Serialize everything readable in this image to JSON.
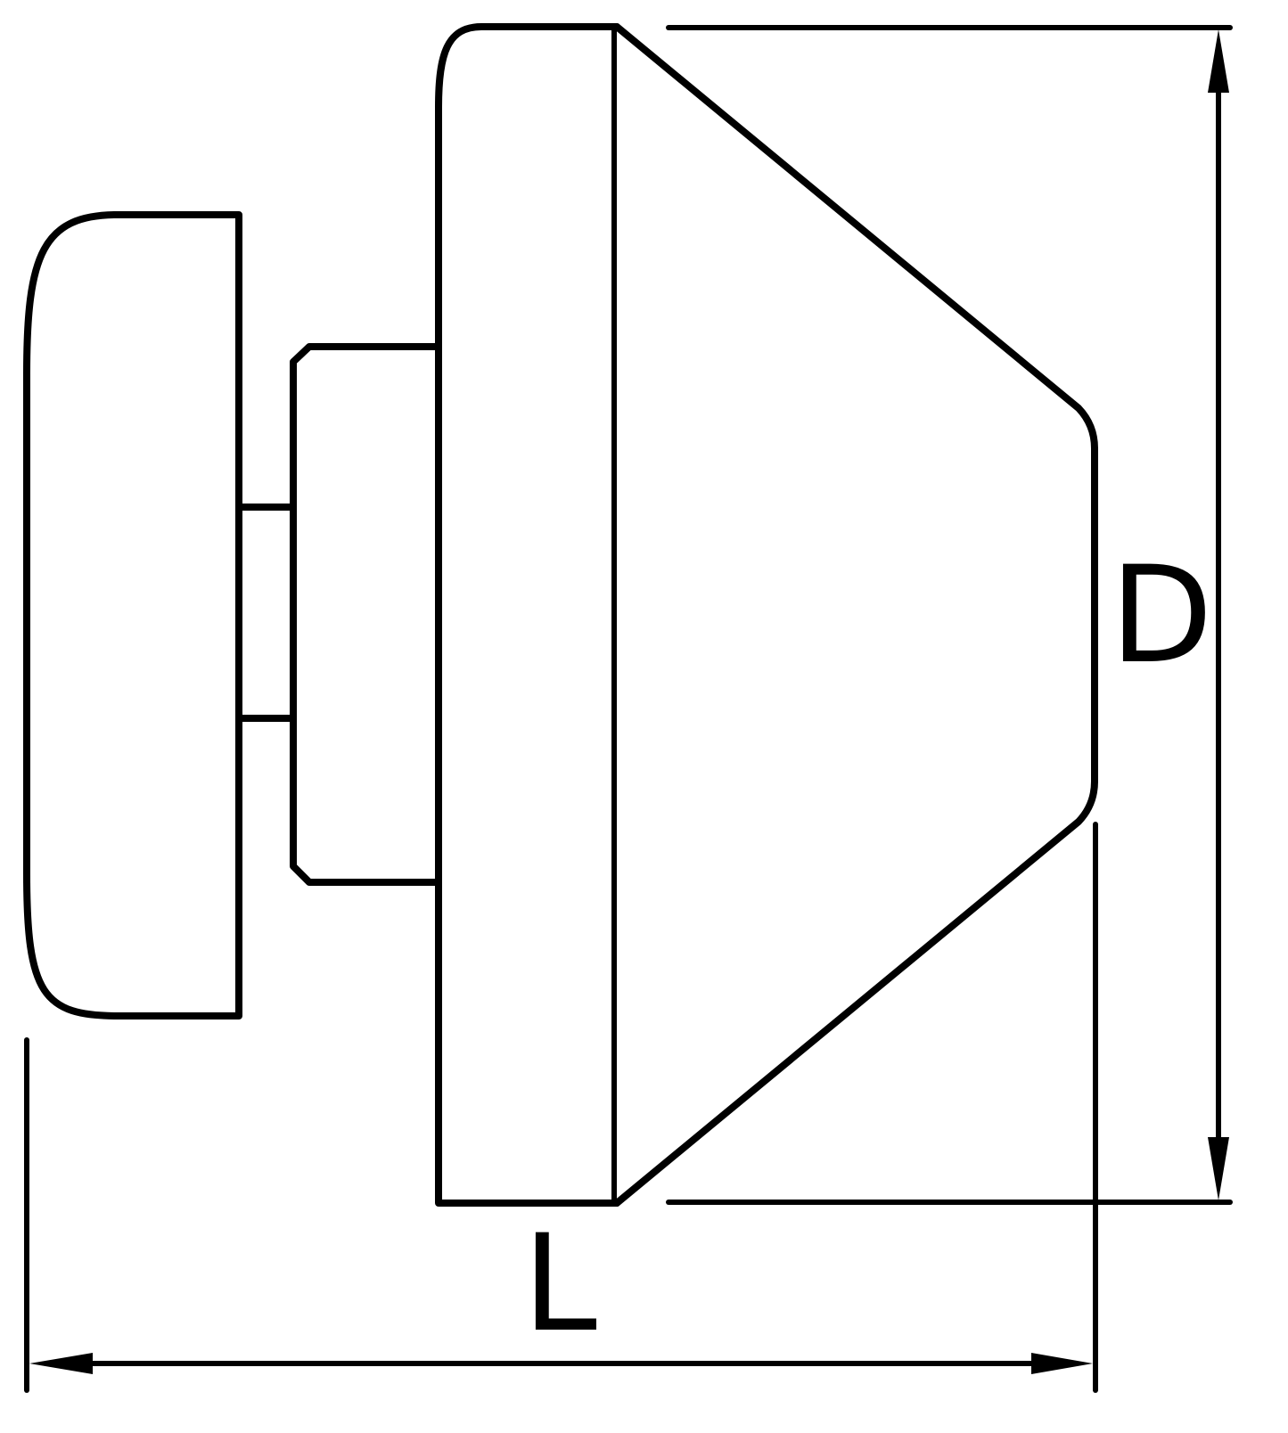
{
  "drawing": {
    "dimensions": [
      {
        "id": "D",
        "label": "D",
        "orientation": "vertical"
      },
      {
        "id": "L",
        "label": "L",
        "orientation": "horizontal"
      }
    ],
    "colors": {
      "line": "#000000",
      "background": "#ffffff"
    }
  }
}
